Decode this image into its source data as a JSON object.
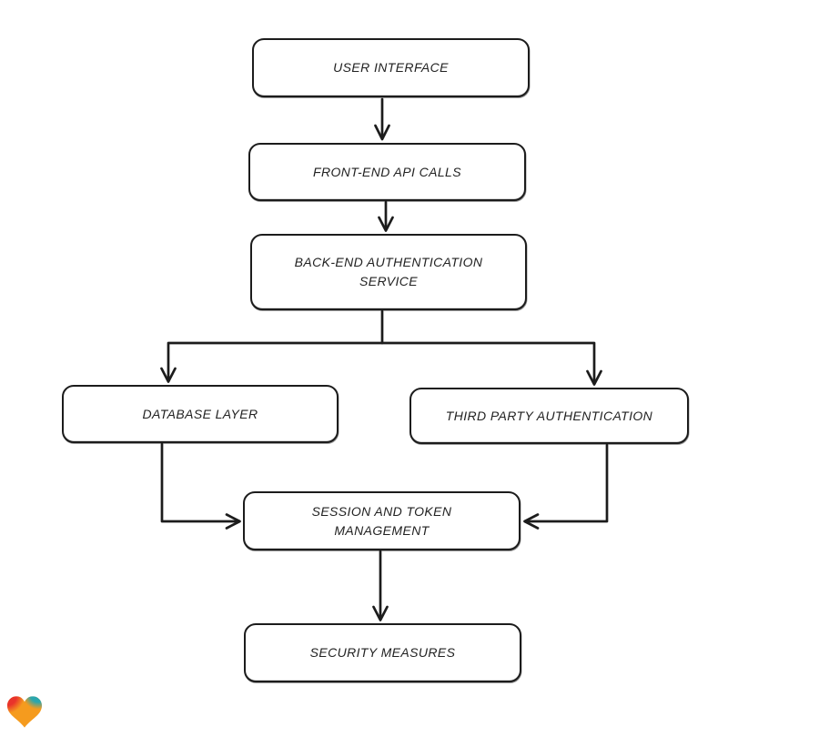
{
  "page": {
    "background_color": "#ffffff"
  },
  "diagram": {
    "type": "flowchart",
    "stroke_color": "#1c1c1c",
    "node_fill": "#ffffff",
    "nodes": [
      {
        "id": "user-interface",
        "label": "USER INTERFACE"
      },
      {
        "id": "front-end-api-calls",
        "label": "FRONT-END API CALLS"
      },
      {
        "id": "back-end-authentication-service",
        "label": "BACK-END AUTHENTICATION\nSERVICE"
      },
      {
        "id": "database-layer",
        "label": "DATABASE LAYER"
      },
      {
        "id": "third-party-authentication",
        "label": "THIRD PARTY AUTHENTICATION"
      },
      {
        "id": "session-and-token-management",
        "label": "SESSION AND TOKEN\nMANAGEMENT"
      },
      {
        "id": "security-measures",
        "label": "SECURITY MEASURES"
      }
    ],
    "edges": [
      {
        "from": "user-interface",
        "to": "front-end-api-calls"
      },
      {
        "from": "front-end-api-calls",
        "to": "back-end-authentication-service"
      },
      {
        "from": "back-end-authentication-service",
        "to": "database-layer"
      },
      {
        "from": "back-end-authentication-service",
        "to": "third-party-authentication"
      },
      {
        "from": "database-layer",
        "to": "session-and-token-management"
      },
      {
        "from": "third-party-authentication",
        "to": "session-and-token-management"
      },
      {
        "from": "session-and-token-management",
        "to": "security-measures"
      }
    ]
  },
  "logo": {
    "name": "gradient-heart-logo",
    "colors": {
      "red": "#e9332b",
      "teal": "#2aa6ad",
      "blue": "#4b7fd6",
      "orange": "#f59b1e"
    }
  }
}
